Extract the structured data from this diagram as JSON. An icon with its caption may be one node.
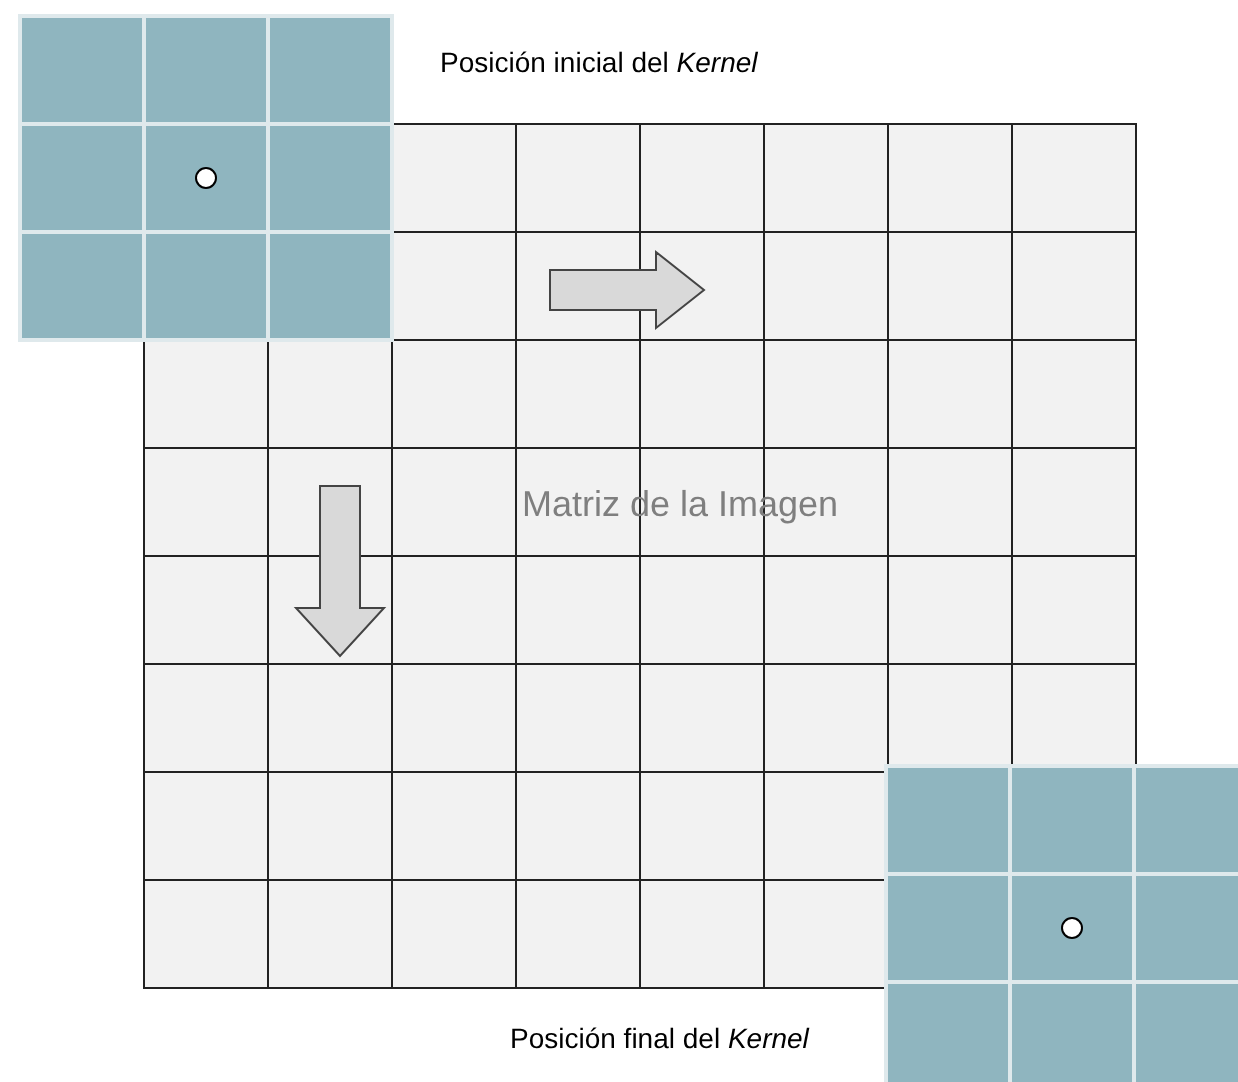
{
  "diagram": {
    "labels": [
      "Posición inicial del *Kernel*",
      "Matriz de la Imagen",
      "Posición final del *Kernel*"
    ]
  }
}
